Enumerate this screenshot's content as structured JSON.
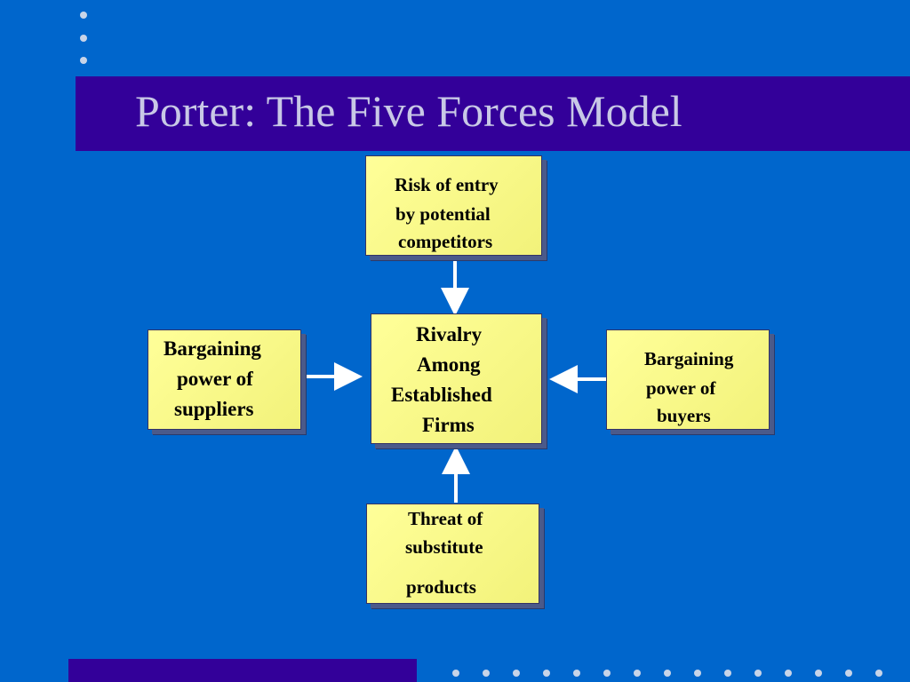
{
  "slide": {
    "title": "Porter: The Five Forces Model",
    "colors": {
      "background": "#0066cc",
      "title_bar": "#330099",
      "box_fill": "#ffff99",
      "arrow": "#ffffff",
      "title_text": "#c8c8e6"
    }
  },
  "diagram": {
    "top_box": {
      "lines": [
        "Risk of entry",
        "by potential",
        "competitors"
      ]
    },
    "center_box": {
      "lines": [
        "Rivalry",
        "Among",
        "Established",
        "Firms"
      ]
    },
    "left_box": {
      "lines": [
        "Bargaining",
        "power of",
        "suppliers"
      ]
    },
    "right_box": {
      "lines": [
        "Bargaining",
        "power of",
        "buyers"
      ]
    },
    "bottom_box": {
      "lines": [
        "Threat of",
        "substitute",
        "products"
      ]
    }
  }
}
